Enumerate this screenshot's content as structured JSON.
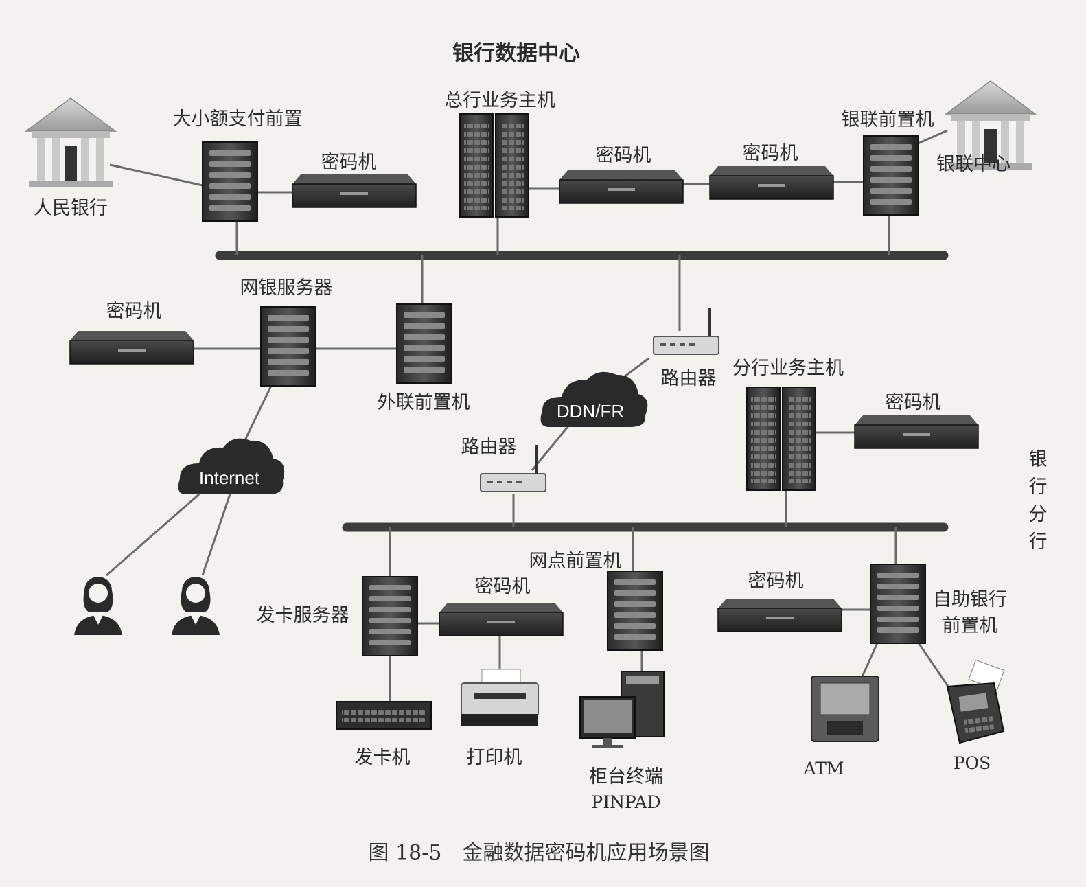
{
  "diagram": {
    "title": "银行数据中心",
    "branch_label": "银行分行",
    "caption": "图 18-5　金融数据密码机应用场景图",
    "nodes": {
      "pbc": "人民银行",
      "large_small_payment": "大小额支付前置",
      "hsm_payment": "密码机",
      "hq_host": "总行业务主机",
      "hsm_hq": "密码机",
      "hsm_unionpay": "密码机",
      "unionpay_front": "银联前置机",
      "unionpay_center": "银联中心",
      "hsm_ebank": "密码机",
      "ebank_server": "网银服务器",
      "external_front": "外联前置机",
      "router_top": "路由器",
      "ddn_cloud": "DDN/FR",
      "router_bottom": "路由器",
      "internet_cloud": "Internet",
      "branch_host": "分行业务主机",
      "hsm_branch": "密码机",
      "card_server": "发卡服务器",
      "hsm_card": "密码机",
      "outlet_front": "网点前置机",
      "hsm_self": "密码机",
      "self_service_front": "自助银行前置机",
      "card_issuer": "发卡机",
      "printer": "打印机",
      "counter_terminal": "柜台终端",
      "pinpad": "PINPAD",
      "atm": "ATM",
      "pos": "POS"
    }
  }
}
